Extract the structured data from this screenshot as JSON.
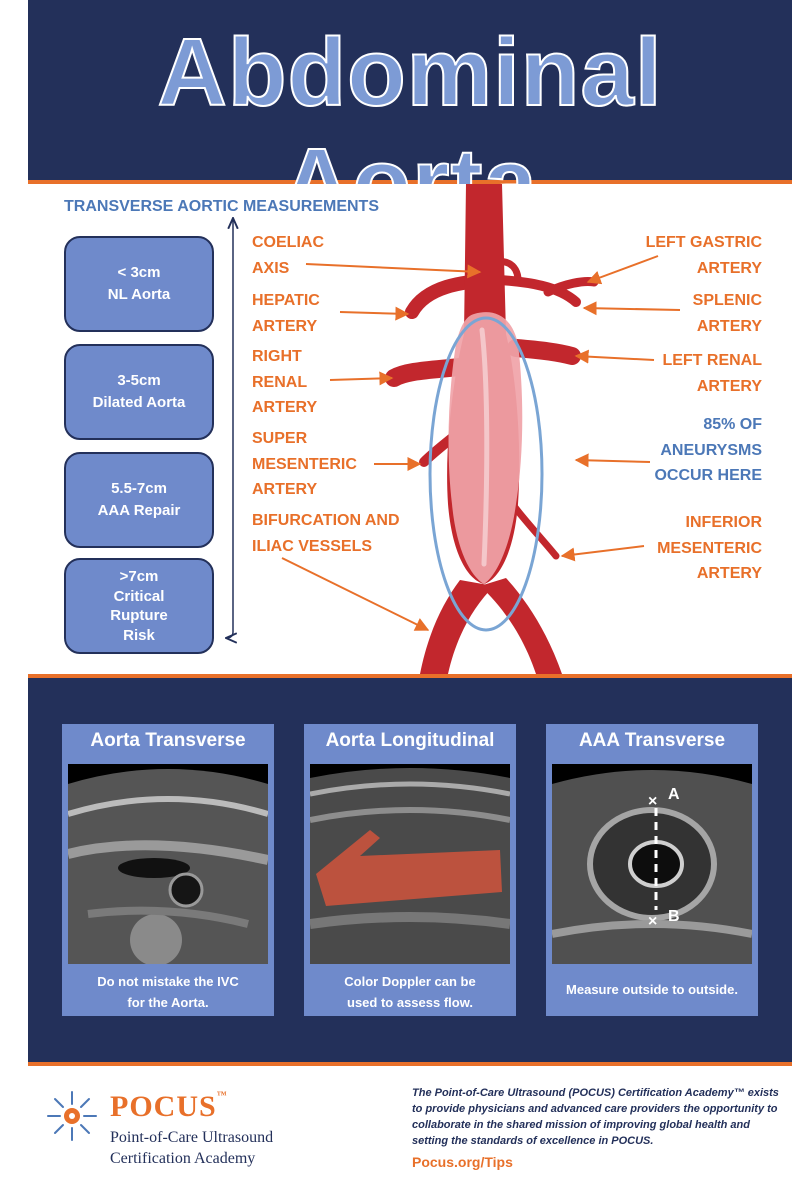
{
  "header": {
    "title": "Abdominal Aorta"
  },
  "measurements": {
    "heading": "TRANSVERSE AORTIC MEASUREMENTS",
    "ranges": [
      {
        "lines": [
          "< 3cm",
          "NL Aorta"
        ]
      },
      {
        "lines": [
          "3-5cm",
          "Dilated Aorta"
        ]
      },
      {
        "lines": [
          "5.5-7cm",
          "AAA Repair"
        ]
      },
      {
        "lines": [
          ">7cm",
          "Critical",
          "Rupture",
          "Risk"
        ]
      }
    ]
  },
  "labels": {
    "coeliac": [
      "COELIAC",
      "AXIS"
    ],
    "hepatic": [
      "HEPATIC",
      "ARTERY"
    ],
    "right_renal": [
      "RIGHT",
      "RENAL",
      "ARTERY"
    ],
    "super_mesenteric": [
      "SUPER",
      "MESENTERIC",
      "ARTERY"
    ],
    "bifurcation": [
      "BIFURCATION AND",
      "ILIAC VESSELS"
    ],
    "left_gastric": [
      "LEFT GASTRIC",
      "ARTERY"
    ],
    "splenic": [
      "SPLENIC",
      "ARTERY"
    ],
    "left_renal": [
      "LEFT RENAL",
      "ARTERY"
    ],
    "aneurysm_note": [
      "85% OF",
      "ANEURYSMS",
      "OCCUR HERE"
    ],
    "inferior_mesenteric": [
      "INFERIOR",
      "MESENTERIC",
      "ARTERY"
    ]
  },
  "panels": [
    {
      "title": "Aorta Transverse",
      "caption": [
        "Do not mistake the IVC",
        "for the Aorta."
      ]
    },
    {
      "title": "Aorta Longitudinal",
      "caption": [
        "Color Doppler can be",
        "used to assess flow."
      ]
    },
    {
      "title": "AAA Transverse",
      "caption": [
        "Measure outside to outside."
      ],
      "markers": {
        "a": "A",
        "b": "B"
      }
    }
  ],
  "footer": {
    "logo_name": "POCUS",
    "logo_tm": "™",
    "logo_subtitle": [
      "Point-of-Care Ultrasound",
      "Certification Academy"
    ],
    "about": [
      "The Point-of-Care Ultrasound (POCUS) Certification Academy™ exists",
      "to provide physicians and advanced care providers the opportunity to",
      "collaborate in the shared mission of improving global health and",
      "setting the standards of excellence in POCUS."
    ],
    "url": "Pocus.org/Tips"
  },
  "colors": {
    "navy": "#23305a",
    "orange": "#e8702a",
    "box_blue": "#6f8acb",
    "text_blue": "#4c78b7",
    "artery_red": "#c2272d",
    "aneurysm_pink": "#f0a3a8",
    "ellipse_blue": "#7aa5d4"
  }
}
